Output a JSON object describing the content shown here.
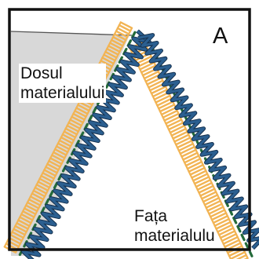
{
  "figure": {
    "letter": "A",
    "back_label_line1": "Dosul",
    "back_label_line2": "materialului",
    "face_label_line1": "Fața",
    "face_label_line2": "materialulu"
  },
  "colors": {
    "frame": "#111111",
    "back_fill": "#d8d8d8",
    "blue_zigzag": "#2b5f90",
    "orange_stitch": "#f2b454",
    "green_dash": "#246b3a",
    "top_edge": "#555555"
  },
  "icons": {
    "zigzag": "blue-zigzag-stitch",
    "straight": "green-dashed-stitch",
    "overlock": "orange-overlock-stitch"
  }
}
